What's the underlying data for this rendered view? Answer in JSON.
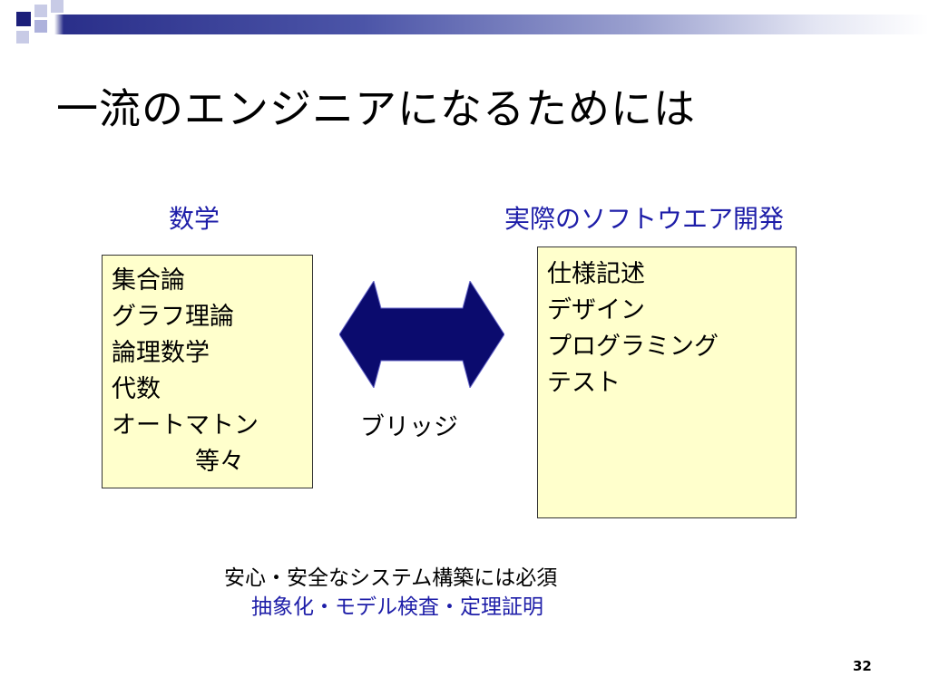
{
  "slide": {
    "title": "一流のエンジニアになるためには",
    "page_number": "32"
  },
  "math_column": {
    "heading": "数学",
    "items": [
      "集合論",
      "グラフ理論",
      "論理数学",
      "代数",
      "オートマトン",
      "等々"
    ]
  },
  "dev_column": {
    "heading": "実際のソフトウエア開発",
    "items": [
      "仕様記述",
      "デザイン",
      "プログラミング",
      "テスト"
    ]
  },
  "bridge": {
    "label": "ブリッジ",
    "arrow_icon": "double-headed-arrow-icon"
  },
  "summary": {
    "line1": "安心・安全なシステム構築には必須",
    "line2": "抽象化・モデル検査・定理証明"
  },
  "colors": {
    "accent_blue": "#1d1da8",
    "arrow_fill": "#0b0b6e",
    "box_fill": "#ffffcc"
  }
}
